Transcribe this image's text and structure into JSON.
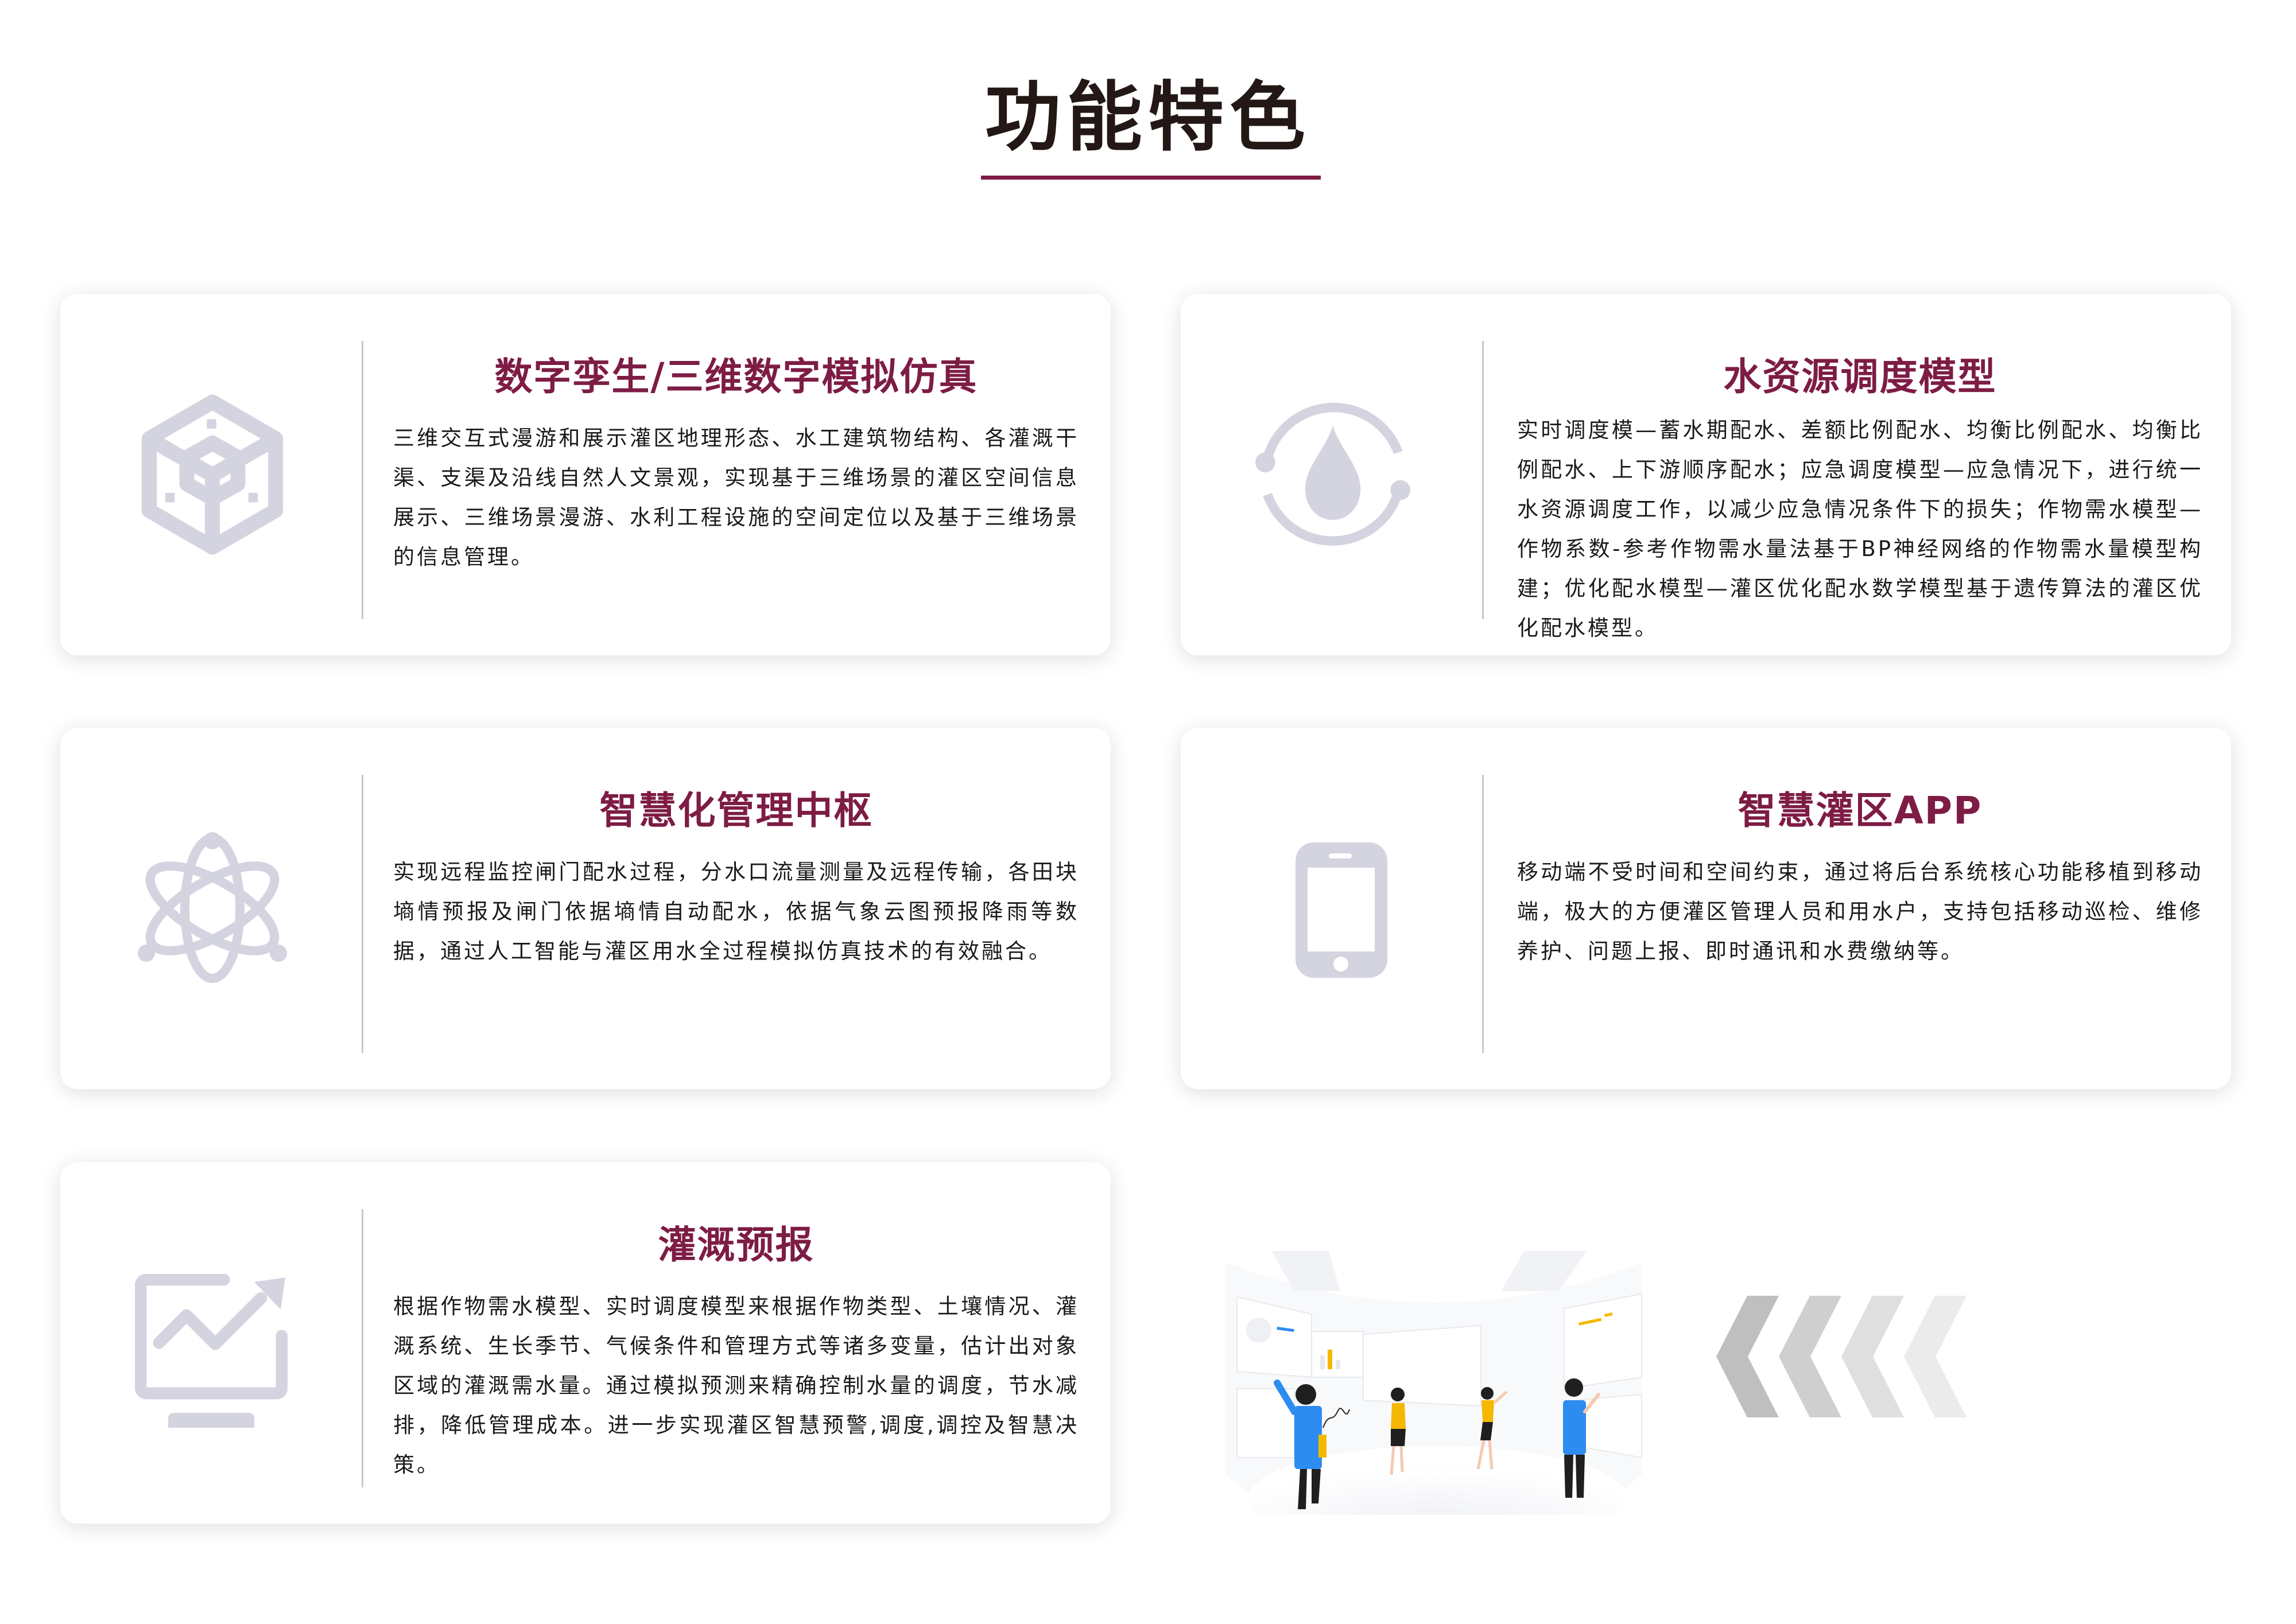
{
  "page": {
    "title": "功能特色",
    "accent_color": "#7d1c44",
    "icon_color": "#d4d4e0"
  },
  "features": [
    {
      "icon": "cube-3d-icon",
      "title": "数字孪生/三维数字模拟仿真",
      "body": "三维交互式漫游和展示灌区地理形态、水工建筑物结构、各灌溉干渠、支渠及沿线自然人文景观，实现基于三维场景的灌区空间信息展示、三维场景漫游、水利工程设施的空间定位以及基于三维场景的信息管理。"
    },
    {
      "icon": "water-drop-cycle-icon",
      "title": "水资源调度模型",
      "body": "实时调度模—蓄水期配水、差额比例配水、均衡比例配水、均衡比例配水、上下游顺序配水；应急调度模型—应急情况下，进行统一水资源调度工作，以减少应急情况条件下的损失；作物需水模型—作物系数-参考作物需水量法基于BP神经网络的作物需水量模型构建；优化配水模型—灌区优化配水数学模型基于遗传算法的灌区优化配水模型。"
    },
    {
      "icon": "atom-icon",
      "title": "智慧化管理中枢",
      "body": "实现远程监控闸门配水过程，分水口流量测量及远程传输，各田块墒情预报及闸门依据墒情自动配水，依据气象云图预报降雨等数据，通过人工智能与灌区用水全过程模拟仿真技术的有效融合。"
    },
    {
      "icon": "smartphone-icon",
      "title": "智慧灌区APP",
      "body": "移动端不受时间和空间约束，通过将后台系统核心功能移植到移动端，极大的方便灌区管理人员和用水户，支持包括移动巡检、维修养护、问题上报、即时通讯和水费缴纳等。"
    },
    {
      "icon": "monitor-trend-icon",
      "title": "灌溉预报",
      "body": "根据作物需水模型、实时调度模型来根据作物类型、土壤情况、灌溉系统、生长季节、气候条件和管理方式等诸多变量，估计出对象区域的灌溉需水量。通过模拟预测来精确控制水量的调度，节水减排，降低管理成本。进一步实现灌区智慧预警,调度,调控及智慧决策。"
    }
  ],
  "decor": {
    "illustration": "team-presenting-dashboards-illustration",
    "chevrons": "left-chevrons-icon",
    "chevron_colors": [
      "#bfbfbf",
      "#cfcfcf",
      "#dfdfdf",
      "#ebebeb"
    ]
  }
}
